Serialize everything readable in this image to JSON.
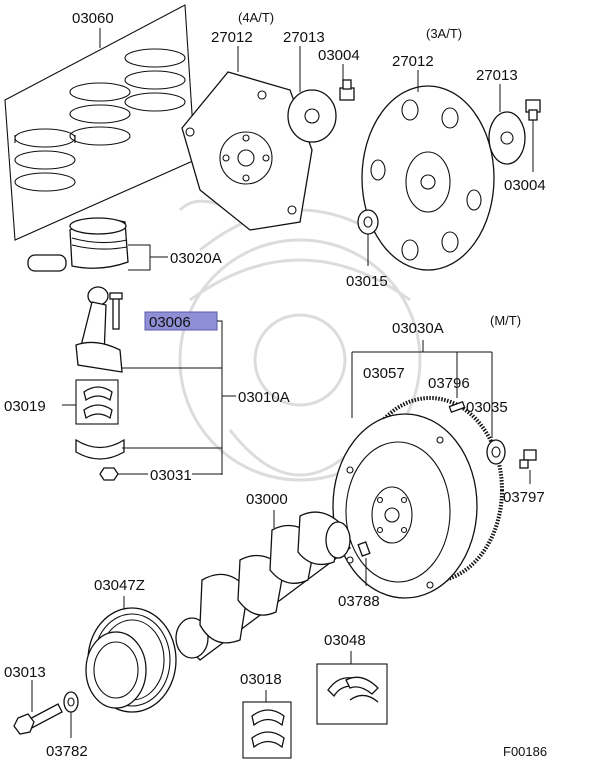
{
  "labels": {
    "p03060": "03060",
    "p27012_4at": "27012",
    "p27013_4at": "27013",
    "p03004_4at": "03004",
    "variant_4at": "(4A/T)",
    "variant_3at": "(3A/T)",
    "variant_mt": "(M/T)",
    "p27012_3at": "27012",
    "p27013_3at": "27013",
    "p03004_3at": "03004",
    "p03020a": "03020A",
    "p03015": "03015",
    "p03006": "03006",
    "p03030a": "03030A",
    "p03057": "03057",
    "p03796": "03796",
    "p03035": "03035",
    "p03019": "03019",
    "p03010a": "03010A",
    "p03031": "03031",
    "p03797": "03797",
    "p03000": "03000",
    "p03047z": "03047Z",
    "p03788": "03788",
    "p03048": "03048",
    "p03013": "03013",
    "p03018": "03018",
    "p03782": "03782",
    "figure_code": "F00186"
  },
  "highlight_color": "#8f8fd6",
  "watermark": "samurai-helmet-logo"
}
